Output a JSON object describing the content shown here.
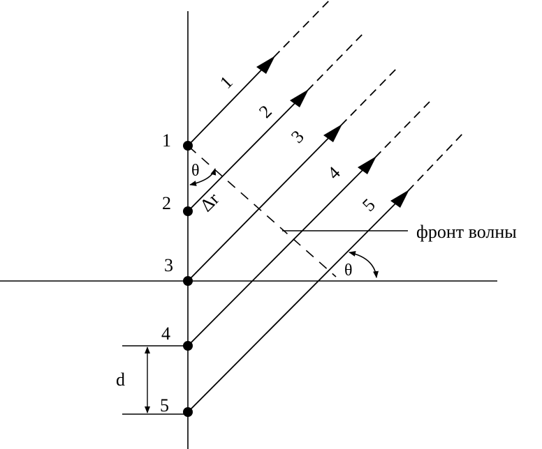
{
  "elements": {
    "labels": [
      "1",
      "2",
      "3",
      "4",
      "5"
    ]
  },
  "rays": {
    "labels": [
      "1",
      "2",
      "3",
      "4",
      "5"
    ]
  },
  "angles": {
    "theta_top": "θ",
    "theta_bottom": "θ"
  },
  "path_difference_label": "Δr",
  "spacing_label": "d",
  "wavefront_label": "фронт волны"
}
